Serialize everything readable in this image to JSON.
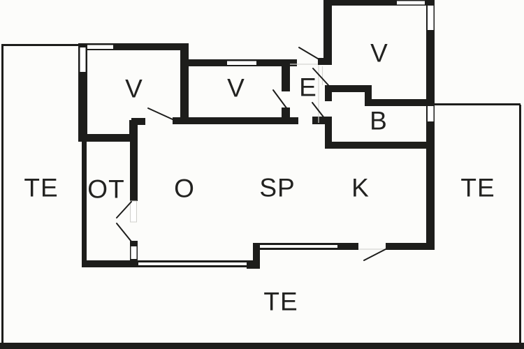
{
  "figure_type": "architectural floor plan",
  "colors": {
    "background": "#fcfcfa",
    "wall": "#1d1d1b",
    "window_inset": "#ffffff",
    "door_swing_line": "#1d1d1b",
    "light_jamb_line": "#d6d6d2",
    "label_text": "#222220"
  },
  "rooms": [
    {
      "id": "te_west",
      "label": "TE"
    },
    {
      "id": "ot",
      "label": "OT"
    },
    {
      "id": "o",
      "label": "O"
    },
    {
      "id": "sp",
      "label": "SP"
    },
    {
      "id": "k",
      "label": "K"
    },
    {
      "id": "te_east",
      "label": "TE"
    },
    {
      "id": "te_south",
      "label": "TE"
    },
    {
      "id": "v_nw",
      "label": "V"
    },
    {
      "id": "v_n",
      "label": "V"
    },
    {
      "id": "v_ne",
      "label": "V"
    },
    {
      "id": "e",
      "label": "E"
    },
    {
      "id": "b",
      "label": "B"
    }
  ]
}
